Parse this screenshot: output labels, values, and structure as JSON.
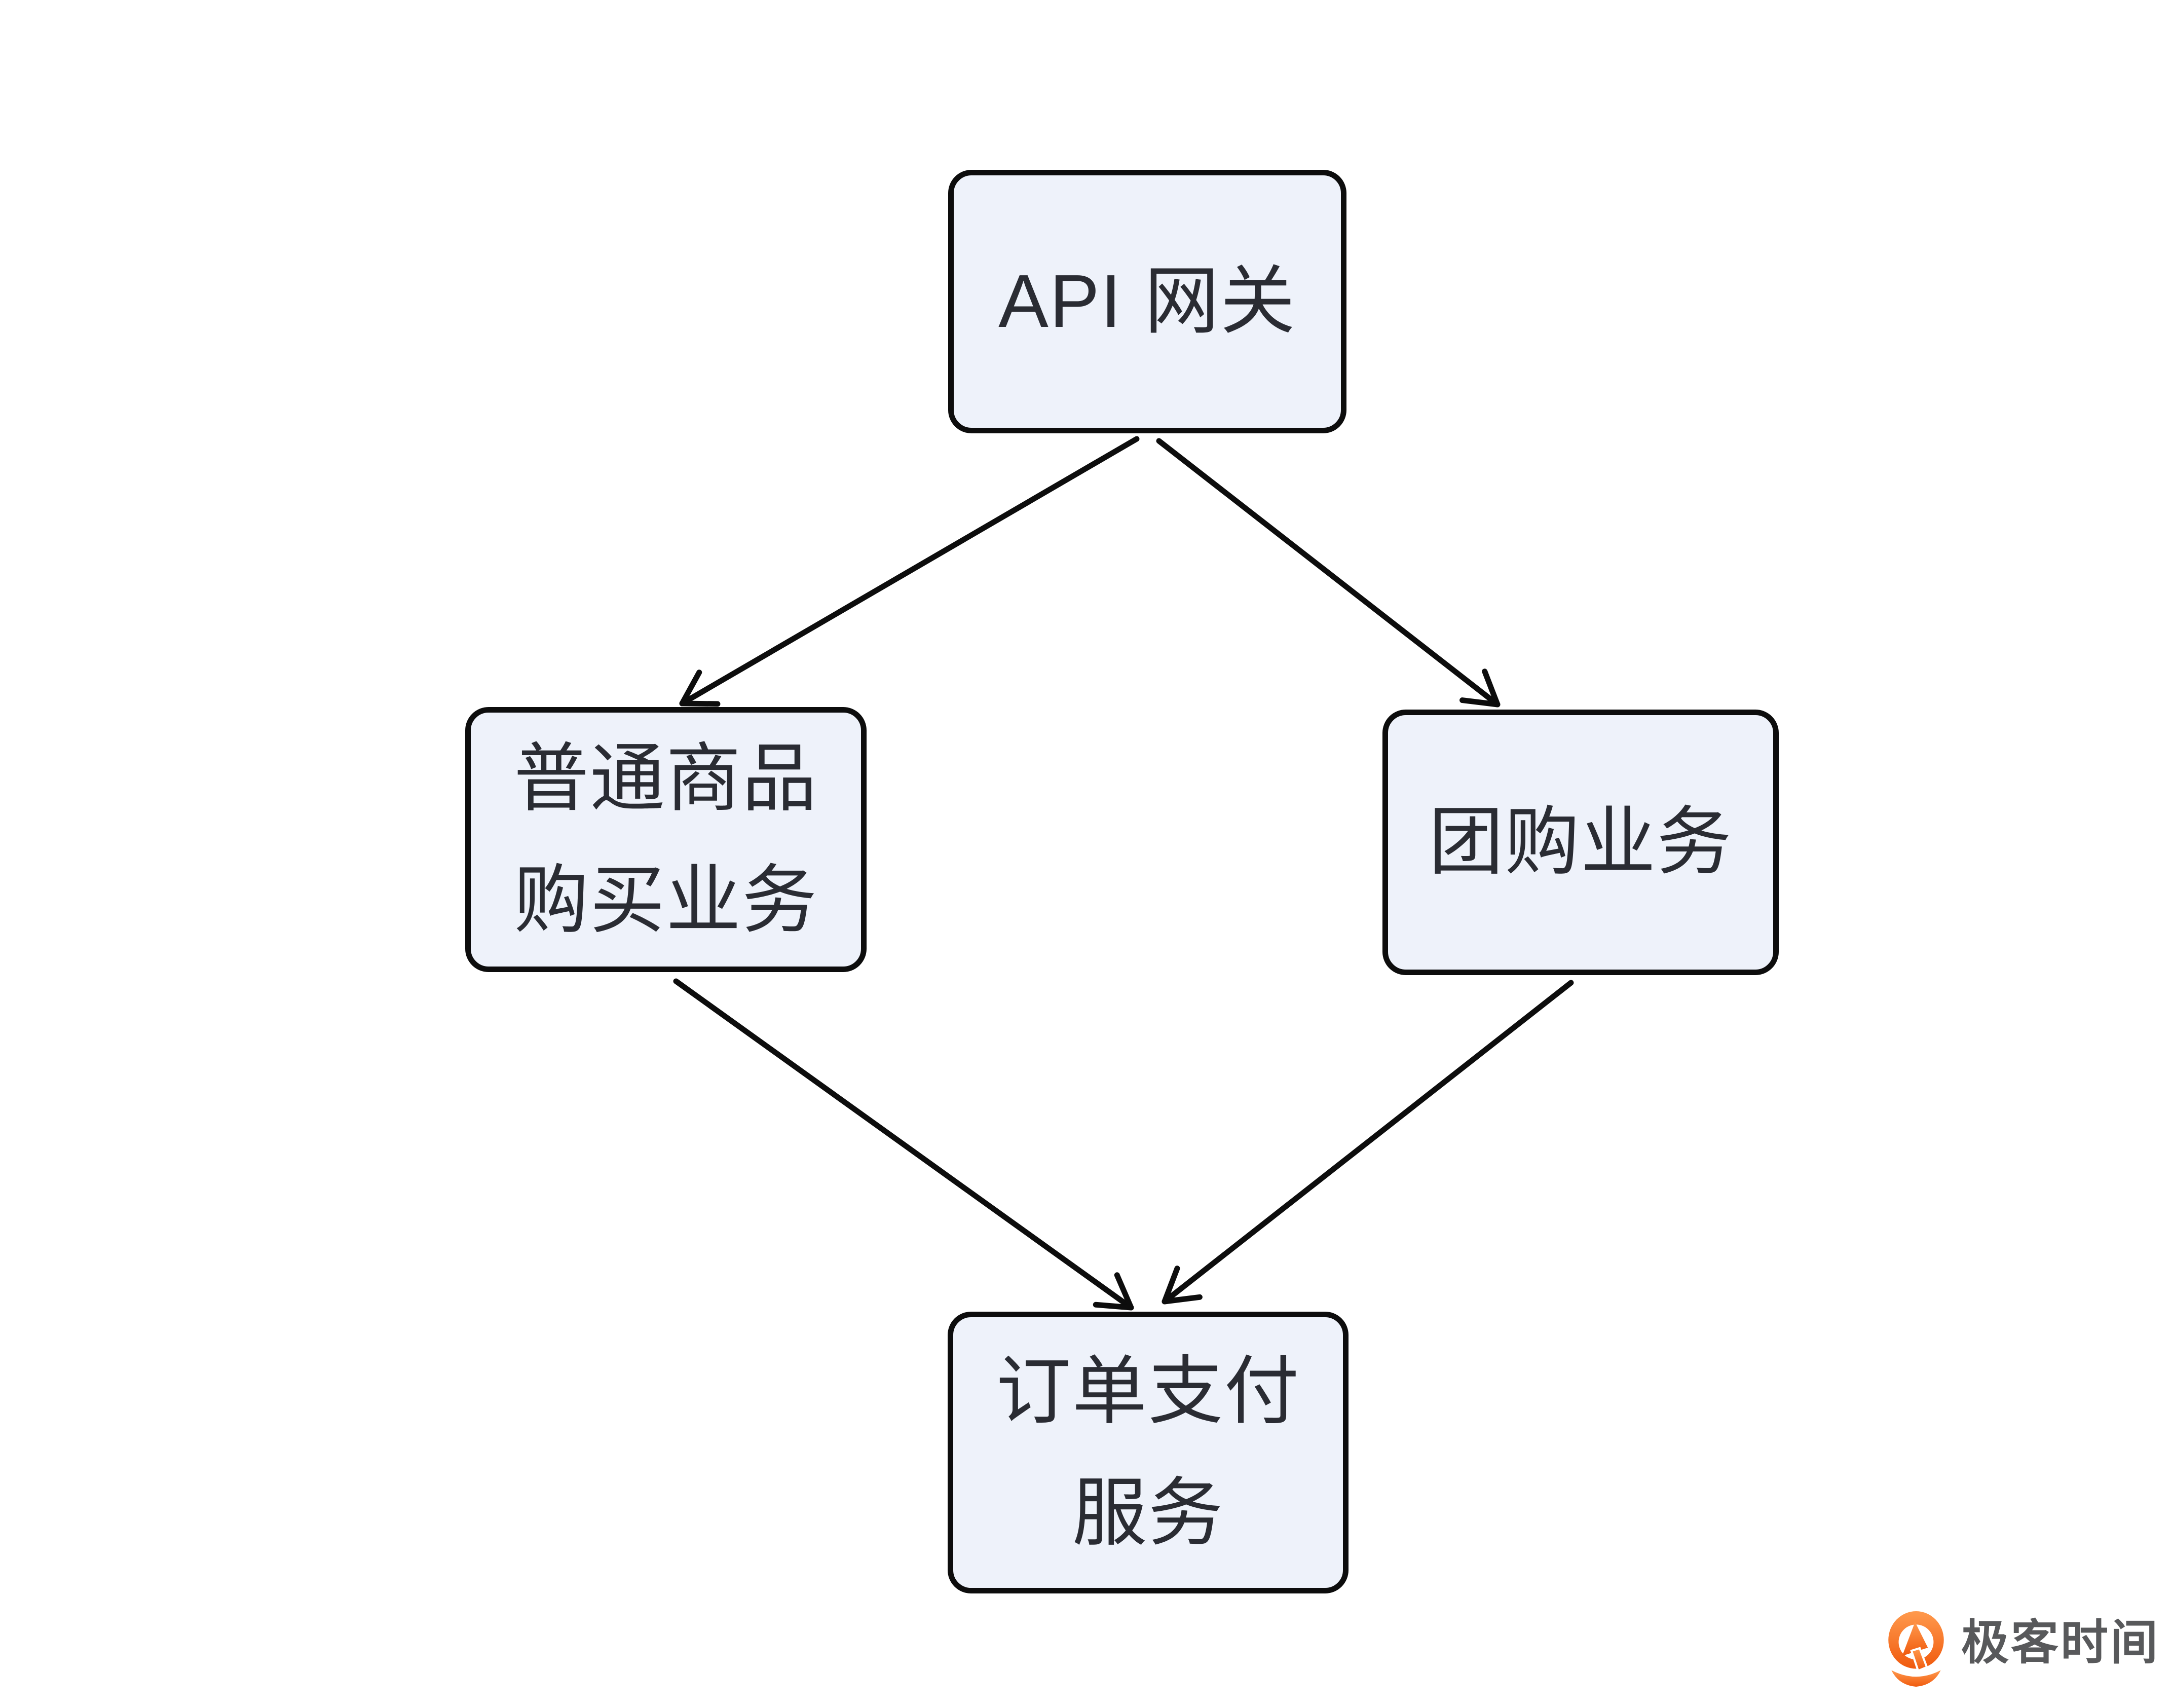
{
  "diagram": {
    "title": "API gateway routing diagram",
    "nodes": [
      {
        "id": "api-gateway",
        "lines": [
          "API 网关"
        ]
      },
      {
        "id": "ordinary-goods-purchase",
        "lines": [
          "普通商品",
          "购买业务"
        ]
      },
      {
        "id": "group-buying",
        "lines": [
          "团购业务"
        ]
      },
      {
        "id": "order-payment-service",
        "lines": [
          "订单支付",
          "服务"
        ]
      }
    ],
    "edges": [
      {
        "from": "api-gateway",
        "to": "ordinary-goods-purchase"
      },
      {
        "from": "api-gateway",
        "to": "group-buying"
      },
      {
        "from": "ordinary-goods-purchase",
        "to": "order-payment-service"
      },
      {
        "from": "group-buying",
        "to": "order-payment-service"
      }
    ]
  },
  "logo": {
    "text": "极客时间",
    "icon": "geektime-pin-q-icon"
  },
  "colors": {
    "background": "#FFFFFF",
    "node_fill": "#EEF2FA",
    "node_border": "#0D0D0D",
    "node_text": "#2A2C33",
    "arrow": "#0D0D0D",
    "logo_orange_light": "#FF9A4D",
    "logo_orange_dark": "#F05A0E",
    "logo_text_gray": "#58595B"
  }
}
